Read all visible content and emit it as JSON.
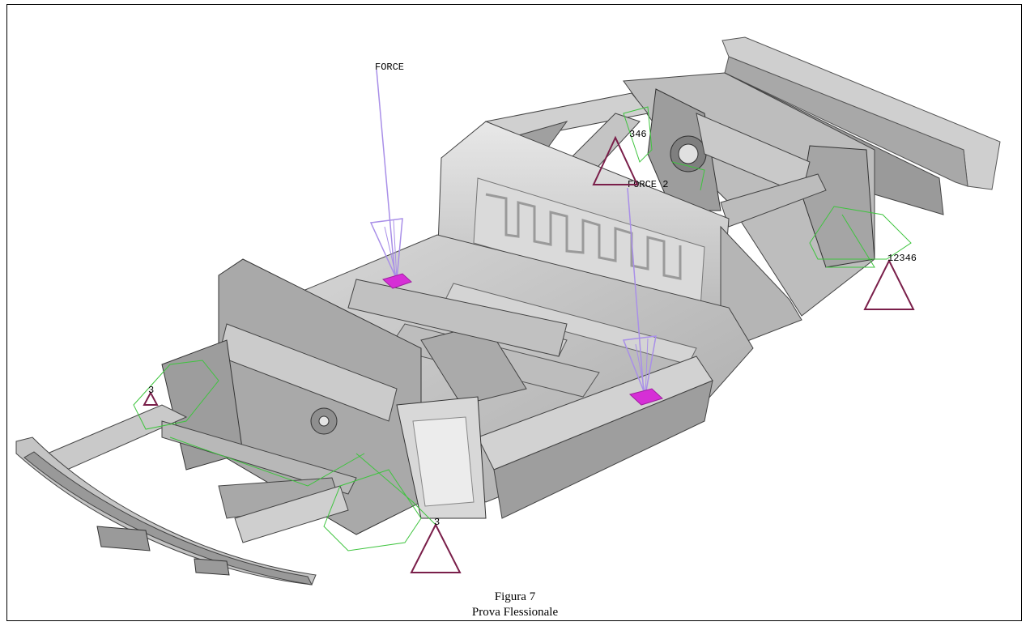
{
  "figure": {
    "labels": {
      "force_1": "FORCE",
      "force_2": "FORCE 2",
      "constraint_top": "346",
      "constraint_right": "12346",
      "constraint_front_left": "3",
      "constraint_front_bottom": "3"
    },
    "caption": {
      "line1": "Figura 7",
      "line2": "Prova Flessionale"
    },
    "colors": {
      "frame": "#000000",
      "chassis_fill": "#c8c8c8",
      "chassis_dark": "#8c8c8c",
      "chassis_light": "#e6e6e6",
      "force_arrow": "#a98fe8",
      "load_patch": "#d62fd6",
      "constraint_triangle": "#7a1f4a",
      "constraint_wire": "#3ec43e"
    }
  }
}
